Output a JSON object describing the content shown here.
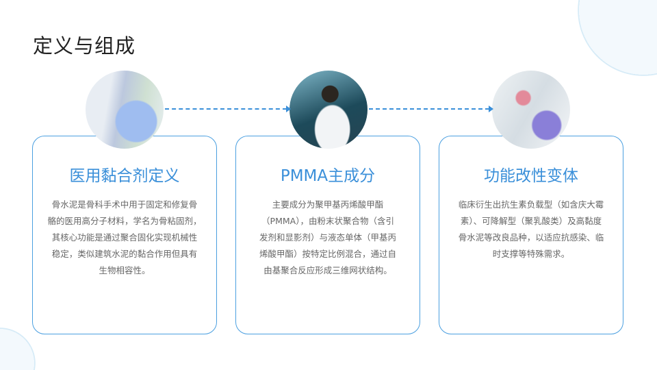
{
  "title": "定义与组成",
  "cards": [
    {
      "title": "医用黏合剂定义",
      "image": "lab-glove-beaker-photo",
      "lines": [
        "骨水泥是骨科手术中用于固定和修复骨",
        "骼的医用高分子材料，学名为骨粘固剂，",
        "其核心功能是通过聚合固化实现机械性",
        "稳定，类似建筑水泥的黏合作用但具有",
        "生物相容性。"
      ]
    },
    {
      "title": "PMMA主成分",
      "image": "lab-scientist-photo",
      "lines": [
        "主要成分为聚甲基丙烯酸甲酯",
        "（PMMA），由粉末状聚合物（含引",
        "发剂和显影剂）与液态单体（甲基丙",
        "烯酸甲酯）按特定比例混合，通过自",
        "由基聚合反应形成三维网状结构。"
      ]
    },
    {
      "title": "功能改性变体",
      "image": "lab-pipette-photo",
      "lines": [
        "临床衍生出抗生素负载型（如含庆大霉",
        "素）、可降解型（聚乳酸类）及高黏度",
        "骨水泥等改良品种，以适应抗感染、临",
        "时支撑等特殊需求。"
      ]
    }
  ],
  "accent": "#3a8fd9"
}
